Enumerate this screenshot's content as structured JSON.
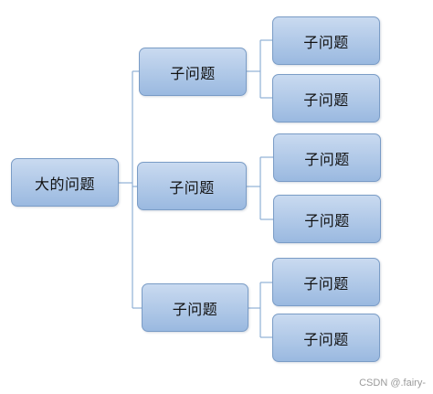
{
  "root": {
    "label": "大的问题"
  },
  "branches": [
    {
      "label": "子问题",
      "children": [
        {
          "label": "子问题"
        },
        {
          "label": "子问题"
        }
      ]
    },
    {
      "label": "子问题",
      "children": [
        {
          "label": "子问题"
        },
        {
          "label": "子问题"
        }
      ]
    },
    {
      "label": "子问题",
      "children": [
        {
          "label": "子问题"
        },
        {
          "label": "子问题"
        }
      ]
    }
  ],
  "colors": {
    "connector": "#8fb0d6",
    "node_fill_top": "#c9daf0",
    "node_fill_bottom": "#9ab9e0",
    "node_border": "#7a9cc6"
  },
  "watermark": {
    "text": "CSDN @.fairy-"
  }
}
